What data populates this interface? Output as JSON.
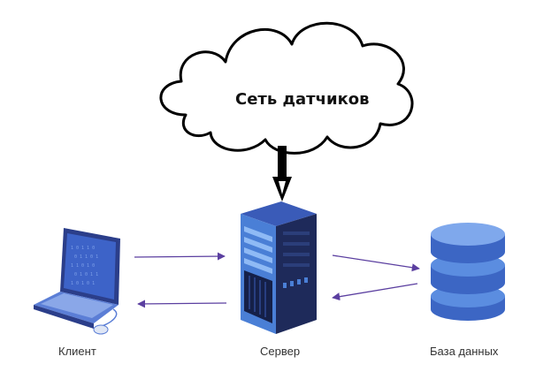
{
  "cloud": {
    "label": "Сеть датчиков",
    "icon": "cloud-icon"
  },
  "nodes": {
    "client": {
      "label": "Клиент",
      "icon": "laptop-icon"
    },
    "server": {
      "label": "Сервер",
      "icon": "server-icon"
    },
    "database": {
      "label": "База данных",
      "icon": "database-icon"
    }
  },
  "colors": {
    "arrow": "#5b3fa0",
    "server_dark": "#1e2a5a",
    "server_light": "#4a7fd6",
    "db_blue": "#5b8de0",
    "laptop_screen": "#3d63c8"
  }
}
